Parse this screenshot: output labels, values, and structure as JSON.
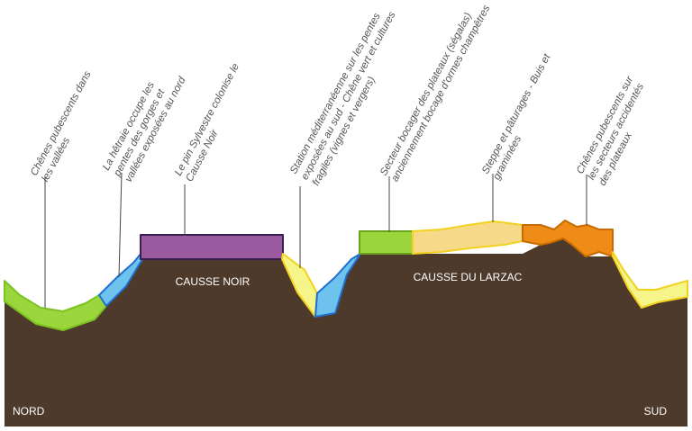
{
  "profile": {
    "north_label": "NORD",
    "south_label": "SUD",
    "causse_noir_label": "CAUSSE NOIR",
    "causse_larzac_label": "CAUSSE DU LARZAC"
  },
  "annotations": [
    {
      "id": "chenes-vallees",
      "lines": [
        "Chênes pubescents dans",
        "les vallées"
      ]
    },
    {
      "id": "hetraie",
      "lines": [
        "La hêtraie occupe les",
        "pentes des gorges et",
        "vallées exposées au nord"
      ]
    },
    {
      "id": "pin-sylvestre",
      "lines": [
        "Le pin Sylvestre colonise le",
        "Causse Noir"
      ]
    },
    {
      "id": "station-med",
      "lines": [
        "Station méditerranéenne  sur les pentes",
        "exposées au sud  - Chêne vert et cultures",
        "fragiles  (vignes et vergers)"
      ]
    },
    {
      "id": "bocager",
      "lines": [
        "Secteur bocager des plateaux (ségalas)",
        "anciennement bocage d'ormes champêtres"
      ]
    },
    {
      "id": "steppe",
      "lines": [
        "Steppe et pâturages - Buis et",
        "graminées"
      ]
    },
    {
      "id": "chenes-plateaux",
      "lines": [
        "Chênes pubescents sur",
        "les secteurs accidentés",
        "des plateaux"
      ]
    }
  ],
  "colors": {
    "rock": "#4e3a2b",
    "green": "#9ad63c",
    "blue": "#6ec3ee",
    "purple": "#9b5aa0",
    "pale_yellow": "#f5f58a",
    "sand": "#f7d98a",
    "orange": "#ef8c17",
    "yellow_line": "#f2d21c"
  }
}
